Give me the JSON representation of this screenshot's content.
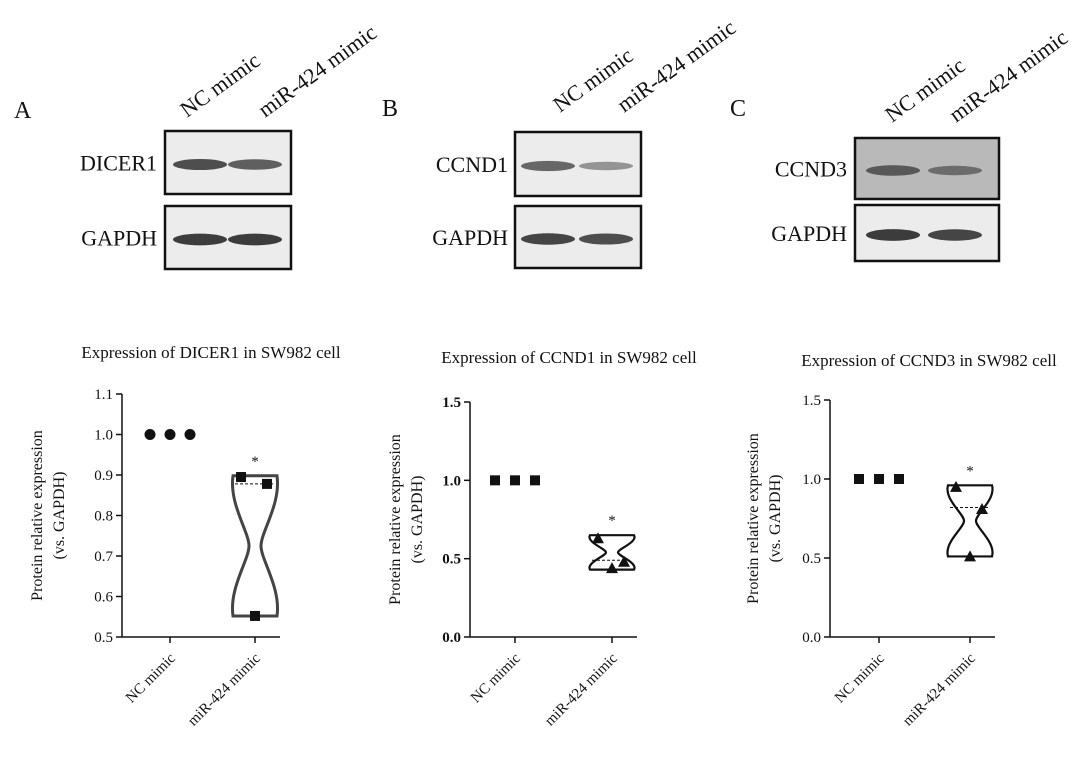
{
  "blots": [
    {
      "panel": "A",
      "lanes": [
        "NC mimic",
        "miR-424 mimic"
      ],
      "rows": [
        {
          "label": "DICER1",
          "bg": "#ececec",
          "band_intensity": [
            0.85,
            0.75
          ]
        },
        {
          "label": "GAPDH",
          "bg": "#ececec",
          "band_intensity": [
            0.95,
            0.95
          ]
        }
      ]
    },
    {
      "panel": "B",
      "lanes": [
        "NC mimic",
        "miR-424 mimic"
      ],
      "rows": [
        {
          "label": "CCND1",
          "bg": "#ececec",
          "band_intensity": [
            0.7,
            0.4
          ]
        },
        {
          "label": "GAPDH",
          "bg": "#ececec",
          "band_intensity": [
            0.9,
            0.85
          ]
        }
      ]
    },
    {
      "panel": "C",
      "lanes": [
        "NC mimic",
        "miR-424 mimic"
      ],
      "rows": [
        {
          "label": "CCND3",
          "bg": "#b9b9b9",
          "band_intensity": [
            0.75,
            0.6
          ]
        },
        {
          "label": "GAPDH",
          "bg": "#ececec",
          "band_intensity": [
            0.95,
            0.9
          ]
        }
      ]
    }
  ],
  "chart_data": [
    {
      "type": "scatter",
      "title": "Expression of DICER1 in SW982 cell",
      "ylabel_lines": [
        "Protein relative expression",
        "(vs. GAPDH)"
      ],
      "categories": [
        "NC mimic",
        "miR-424 mimic"
      ],
      "ylim": [
        0.5,
        1.1
      ],
      "yticks": [
        "0.5",
        "0.6",
        "0.7",
        "0.8",
        "0.9",
        "1.0",
        "1.1"
      ],
      "ytick_values": [
        0.5,
        0.6,
        0.7,
        0.8,
        0.9,
        1.0,
        1.1
      ],
      "bold_ticks": false,
      "marker": "circle",
      "series": [
        {
          "values": [
            1.0,
            1.0,
            1.0
          ],
          "marker": "circle"
        },
        {
          "values": [
            0.895,
            0.878,
            0.552
          ],
          "marker": "square",
          "median": 0.878,
          "violin_range": [
            0.552,
            0.898
          ],
          "annotation": "*"
        }
      ]
    },
    {
      "type": "scatter",
      "title": "Expression of CCND1 in SW982 cell",
      "ylabel_lines": [
        "Protein relative expression",
        "(vs. GAPDH)"
      ],
      "categories": [
        "NC mimic",
        "miR-424 mimic"
      ],
      "ylim": [
        0.0,
        1.5
      ],
      "yticks": [
        "0.0",
        "0.5",
        "1.0",
        "1.5"
      ],
      "ytick_values": [
        0.0,
        0.5,
        1.0,
        1.5
      ],
      "bold_ticks": true,
      "series": [
        {
          "values": [
            1.0,
            1.0,
            1.0
          ],
          "marker": "square"
        },
        {
          "values": [
            0.63,
            0.48,
            0.44
          ],
          "marker": "triangle",
          "median": 0.49,
          "violin_range": [
            0.43,
            0.65
          ],
          "annotation": "*"
        }
      ]
    },
    {
      "type": "scatter",
      "title": "Expression of CCND3 in SW982 cell",
      "ylabel_lines": [
        "Protein relative expression",
        "(vs. GAPDH)"
      ],
      "categories": [
        "NC mimic",
        "miR-424 mimic"
      ],
      "ylim": [
        0.0,
        1.5
      ],
      "yticks": [
        "0.0",
        "0.5",
        "1.0",
        "1.5"
      ],
      "ytick_values": [
        0.0,
        0.5,
        1.0,
        1.5
      ],
      "bold_ticks": false,
      "series": [
        {
          "values": [
            1.0,
            1.0,
            1.0
          ],
          "marker": "square"
        },
        {
          "values": [
            0.95,
            0.81,
            0.51
          ],
          "marker": "triangle",
          "median": 0.82,
          "violin_range": [
            0.51,
            0.96
          ],
          "annotation": "*"
        }
      ]
    }
  ]
}
